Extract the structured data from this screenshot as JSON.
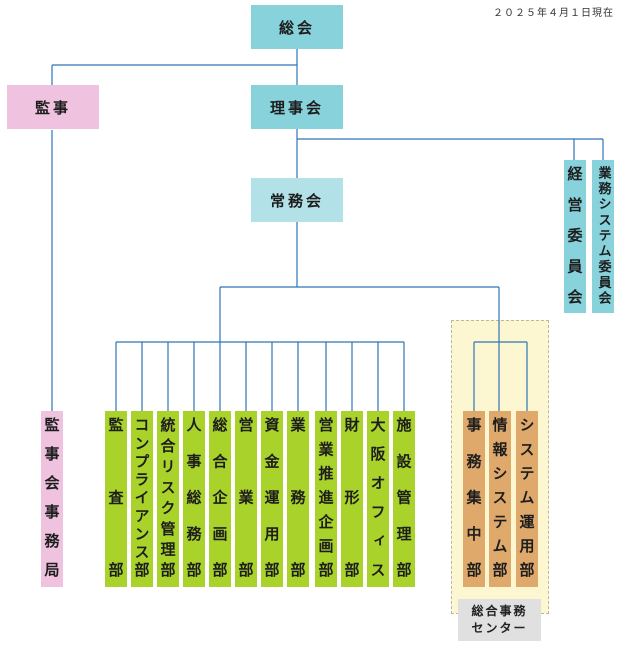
{
  "date_note": "２０２５年４月１日現在",
  "top": {
    "general_meeting": "総会",
    "auditor": "監事",
    "board": "理事会",
    "executive": "常務会"
  },
  "committees": [
    "経営委員会",
    "業務システム委員会"
  ],
  "audit_office": "監事会事務局",
  "departments": [
    "監査部",
    "コンプライアンス部",
    "統合リスク管理部",
    "人事総務部",
    "総合企画部",
    "営業部",
    "資金運用部",
    "業務部",
    "営業推進企画部",
    "財形部",
    "大阪オフィス",
    "施設管理部"
  ],
  "center": {
    "label_line1": "総合事務",
    "label_line2": "センター",
    "departments": [
      "事務集中部",
      "情報システム部",
      "システム運用部"
    ]
  },
  "colors": {
    "top": "#87d2db",
    "executive": "#b2e2e8",
    "audit": "#efc3df",
    "department": "#a9d22a",
    "center_department": "#dfa96b",
    "line": "#2e75b6"
  }
}
